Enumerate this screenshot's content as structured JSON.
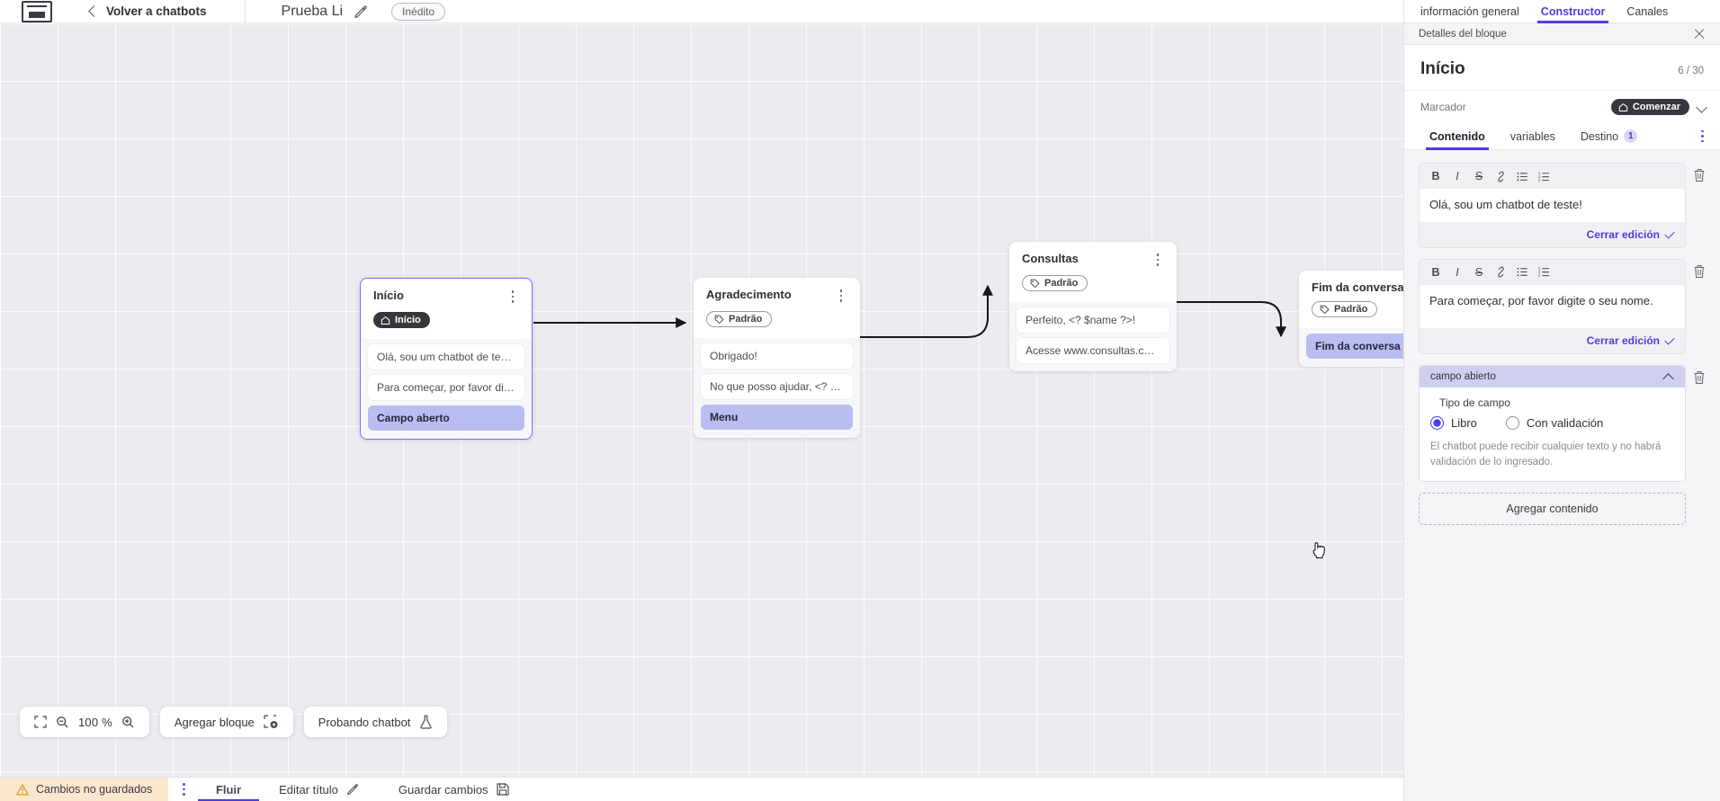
{
  "topbar": {
    "logo_icon": "app-logo-icon",
    "back_chevron_icon": "chevron-left-icon",
    "back_label": "Volver a chatbots",
    "bot_title": "Prueba Li",
    "edit_icon": "pencil-icon",
    "status_badge": "Inédito"
  },
  "canvas": {
    "nodes": [
      {
        "title": "Início",
        "tag": "Início",
        "tag_icon": "home-icon",
        "tag_style": "dark",
        "selected": true,
        "messages": [
          {
            "text": "Olá, sou um chatbot de teste!",
            "accent": false
          },
          {
            "text": "Para começar, por favor digite o ...",
            "accent": false
          },
          {
            "text": "Campo aberto",
            "accent": true
          }
        ]
      },
      {
        "title": "Agradecimento",
        "tag": "Padrão",
        "tag_icon": "tag-icon",
        "tag_style": "light",
        "selected": false,
        "messages": [
          {
            "text": "Obrigado!",
            "accent": false
          },
          {
            "text": "No que posso ajudar, <? $name ...",
            "accent": false
          },
          {
            "text": "Menu",
            "accent": true
          }
        ]
      },
      {
        "title": "Consultas",
        "tag": "Padrão",
        "tag_icon": "tag-icon",
        "tag_style": "light",
        "selected": false,
        "messages": [
          {
            "text": "Perfeito, <? $name ?>!",
            "accent": false
          },
          {
            "text": "Acesse www.consultas.com par...",
            "accent": false
          }
        ]
      },
      {
        "title": "Fim da conversa",
        "tag": "Padrão",
        "tag_icon": "tag-icon",
        "tag_style": "light",
        "selected": false,
        "messages": [
          {
            "text": "Fim da conversa",
            "accent": true
          }
        ]
      }
    ],
    "float_controls": {
      "fit_icon": "fit-screen-icon",
      "zoom_out_icon": "zoom-out-icon",
      "zoom_level": "100 %",
      "zoom_in_icon": "zoom-in-icon",
      "add_block_label": "Agregar bloque",
      "add_block_icon": "add-block-icon",
      "test_label": "Probando chatbot",
      "test_icon": "flask-icon"
    }
  },
  "statusbar": {
    "warning_icon": "warning-triangle-icon",
    "unsaved_label": "Cambios no guardados",
    "kebab_icon": "kebab-menu-icon",
    "tab_flow": "Fluir",
    "edit_title_label": "Editar título",
    "edit_title_icon": "pencil-icon",
    "save_label": "Guardar cambios",
    "save_icon": "save-disk-icon"
  },
  "panel": {
    "tabs": [
      {
        "label": "información general",
        "active": false
      },
      {
        "label": "Constructor",
        "active": true
      },
      {
        "label": "Canales",
        "active": false
      }
    ],
    "subheader": "Detalles del bloque",
    "close_icon": "close-icon",
    "block_title": "Início",
    "block_count": "6 / 30",
    "marker_label": "Marcador",
    "marker_value": "Comenzar",
    "marker_icon": "home-icon",
    "marker_chevron_icon": "chevron-down-icon",
    "tabs2": [
      {
        "label": "Contenido",
        "active": true,
        "count": null
      },
      {
        "label": "variables",
        "active": false,
        "count": null
      },
      {
        "label": "Destino",
        "active": false,
        "count": "1"
      }
    ],
    "tabs2_kebab_icon": "kebab-menu-icon",
    "rich_toolbar": {
      "bold": "B",
      "italic": "I",
      "strike": "S",
      "link_icon": "link-icon",
      "bullet_list_icon": "bullet-list-icon",
      "ordered_list_icon": "ordered-list-icon",
      "delete_icon": "trash-icon"
    },
    "content_cards": [
      {
        "text": "Olá, sou um chatbot de teste!",
        "close_edit_label": "Cerrar edición"
      },
      {
        "text": "Para começar, por favor digite o seu nome.",
        "close_edit_label": "Cerrar edición"
      }
    ],
    "field_block": {
      "header": "campo abierto",
      "collapse_icon": "chevron-up-icon",
      "delete_icon": "trash-icon",
      "type_label": "Tipo de campo",
      "options": [
        {
          "label": "Libro",
          "selected": true
        },
        {
          "label": "Con validación",
          "selected": false
        }
      ],
      "help_text": "El chatbot puede recibir cualquier texto y no habrá validación de lo ingresado."
    },
    "add_content_label": "Agregar contenido"
  },
  "colors": {
    "accent": "#4a3fe0",
    "node_accent_bg": "#b9bdf0",
    "warning_bg": "#fbe7cd",
    "canvas_bg": "#ececf0",
    "panel_bg": "#f5f5f8",
    "dark_tag": "#37373f"
  }
}
